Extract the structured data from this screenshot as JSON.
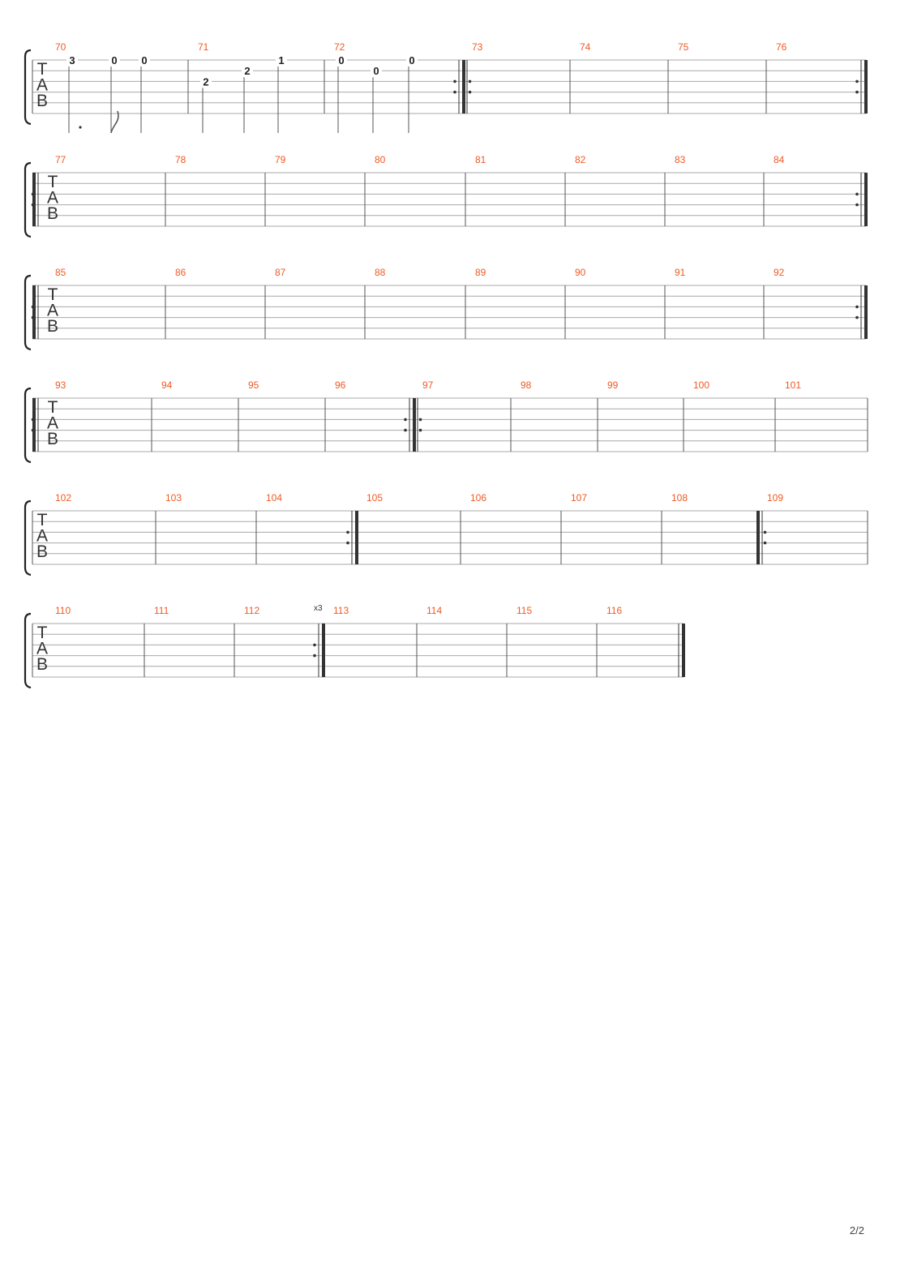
{
  "tab_clef": [
    "T",
    "A",
    "B"
  ],
  "page_number": "2/2",
  "systems": [
    {
      "measures": [
        {
          "number": "70",
          "start": "normal",
          "end": "normal",
          "notes": [
            {
              "fret": "3",
              "string": 1,
              "dot": true
            },
            {
              "fret": "0",
              "string": 1,
              "flag": true
            },
            {
              "fret": "0",
              "string": 1
            }
          ]
        },
        {
          "number": "71",
          "start": "normal",
          "end": "normal",
          "notes": [
            {
              "fret": "2",
              "string": 3
            },
            {
              "fret": "2",
              "string": 2
            },
            {
              "fret": "1",
              "string": 1
            }
          ]
        },
        {
          "number": "72",
          "start": "normal",
          "end": "repeat-end",
          "notes": [
            {
              "fret": "0",
              "string": 1
            },
            {
              "fret": "0",
              "string": 2
            },
            {
              "fret": "0",
              "string": 1
            }
          ]
        },
        {
          "number": "73",
          "start": "repeat-start",
          "end": "normal"
        },
        {
          "number": "74",
          "start": "normal",
          "end": "normal"
        },
        {
          "number": "75",
          "start": "normal",
          "end": "normal"
        },
        {
          "number": "76",
          "start": "normal",
          "end": "repeat-end"
        }
      ]
    },
    {
      "measures": [
        {
          "number": "77",
          "start": "repeat-start",
          "end": "normal"
        },
        {
          "number": "78",
          "start": "normal",
          "end": "normal"
        },
        {
          "number": "79",
          "start": "normal",
          "end": "normal"
        },
        {
          "number": "80",
          "start": "normal",
          "end": "normal"
        },
        {
          "number": "81",
          "start": "normal",
          "end": "normal"
        },
        {
          "number": "82",
          "start": "normal",
          "end": "normal"
        },
        {
          "number": "83",
          "start": "normal",
          "end": "normal"
        },
        {
          "number": "84",
          "start": "normal",
          "end": "repeat-end"
        }
      ]
    },
    {
      "measures": [
        {
          "number": "85",
          "start": "repeat-start",
          "end": "normal"
        },
        {
          "number": "86",
          "start": "normal",
          "end": "normal"
        },
        {
          "number": "87",
          "start": "normal",
          "end": "normal"
        },
        {
          "number": "88",
          "start": "normal",
          "end": "normal"
        },
        {
          "number": "89",
          "start": "normal",
          "end": "normal"
        },
        {
          "number": "90",
          "start": "normal",
          "end": "normal"
        },
        {
          "number": "91",
          "start": "normal",
          "end": "normal"
        },
        {
          "number": "92",
          "start": "normal",
          "end": "repeat-end"
        }
      ]
    },
    {
      "measures": [
        {
          "number": "93",
          "start": "repeat-start",
          "end": "normal"
        },
        {
          "number": "94",
          "start": "normal",
          "end": "normal"
        },
        {
          "number": "95",
          "start": "normal",
          "end": "normal"
        },
        {
          "number": "96",
          "start": "normal",
          "end": "repeat-end"
        },
        {
          "number": "97",
          "start": "repeat-start",
          "end": "normal"
        },
        {
          "number": "98",
          "start": "normal",
          "end": "normal"
        },
        {
          "number": "99",
          "start": "normal",
          "end": "normal"
        },
        {
          "number": "100",
          "start": "normal",
          "end": "normal"
        },
        {
          "number": "101",
          "start": "normal",
          "end": "normal"
        }
      ]
    },
    {
      "measures": [
        {
          "number": "102",
          "start": "normal",
          "end": "normal"
        },
        {
          "number": "103",
          "start": "normal",
          "end": "normal"
        },
        {
          "number": "104",
          "start": "normal",
          "end": "repeat-end"
        },
        {
          "number": "105",
          "start": "normal",
          "end": "normal"
        },
        {
          "number": "106",
          "start": "normal",
          "end": "normal"
        },
        {
          "number": "107",
          "start": "normal",
          "end": "normal"
        },
        {
          "number": "108",
          "start": "normal",
          "end": "normal"
        },
        {
          "number": "109",
          "start": "repeat-start",
          "end": "normal"
        }
      ]
    },
    {
      "measures": [
        {
          "number": "110",
          "start": "normal",
          "end": "normal"
        },
        {
          "number": "111",
          "start": "normal",
          "end": "normal"
        },
        {
          "number": "112",
          "start": "normal",
          "end": "repeat-end",
          "repeat_count": "x3"
        },
        {
          "number": "113",
          "start": "normal",
          "end": "normal"
        },
        {
          "number": "114",
          "start": "normal",
          "end": "normal"
        },
        {
          "number": "115",
          "start": "normal",
          "end": "normal"
        },
        {
          "number": "116",
          "start": "normal",
          "end": "final"
        }
      ]
    }
  ]
}
